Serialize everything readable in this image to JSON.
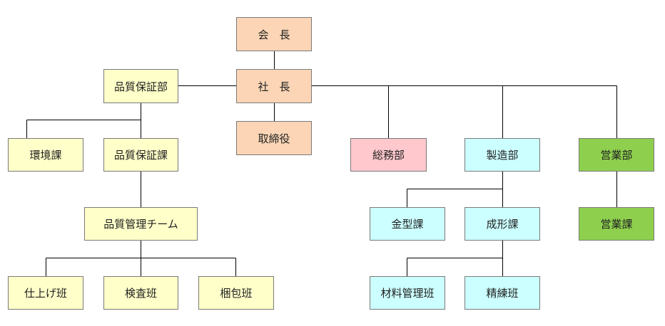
{
  "nodes": {
    "chairman": "会　長",
    "president": "社　長",
    "director": "取締役",
    "qa_dept": "品質保証部",
    "env_section": "環境課",
    "qa_section": "品質保証課",
    "qm_team": "品質管理チーム",
    "finish_group": "仕上げ班",
    "inspect_group": "検査班",
    "pack_group": "梱包班",
    "general_affairs": "総務部",
    "mfg_dept": "製造部",
    "mold_section": "金型課",
    "forming_section": "成形課",
    "material_group": "材料管理班",
    "refine_group": "精練班",
    "sales_dept": "営業部",
    "sales_section": "営業課"
  },
  "colors": {
    "executive": "#fbd5b5",
    "quality": "#ffffc9",
    "general_affairs": "#ffc8cd",
    "manufacturing": "#ccffff",
    "sales": "#8ed04e",
    "border": "#7a7a7a",
    "connector": "#000000"
  }
}
